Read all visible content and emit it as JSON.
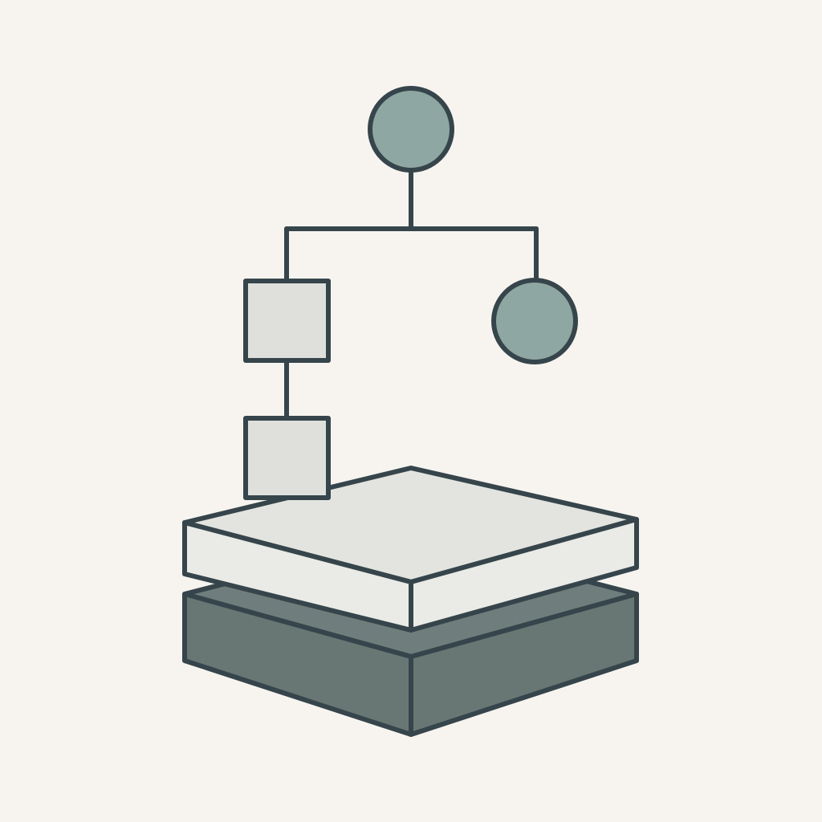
{
  "colors": {
    "background": "#f7f4ef",
    "outline": "#36454b",
    "node_circle_fill": "#8fa7a2",
    "node_square_fill": "#dfe0dc",
    "slab_top_fill": "#e3e4df",
    "slab_side_fill": "#eaebe6",
    "base_top_fill": "#6f7e7c",
    "base_side_fill": "#687774"
  },
  "diagram": {
    "nodes": [
      {
        "id": "root",
        "shape": "circle"
      },
      {
        "id": "left-upper",
        "shape": "square"
      },
      {
        "id": "right",
        "shape": "circle"
      },
      {
        "id": "left-lower",
        "shape": "square"
      }
    ],
    "edges": [
      {
        "from": "root",
        "to": "left-upper"
      },
      {
        "from": "root",
        "to": "right"
      },
      {
        "from": "left-upper",
        "to": "left-lower"
      }
    ],
    "platform_layers": [
      "top-slab",
      "base-block"
    ]
  }
}
